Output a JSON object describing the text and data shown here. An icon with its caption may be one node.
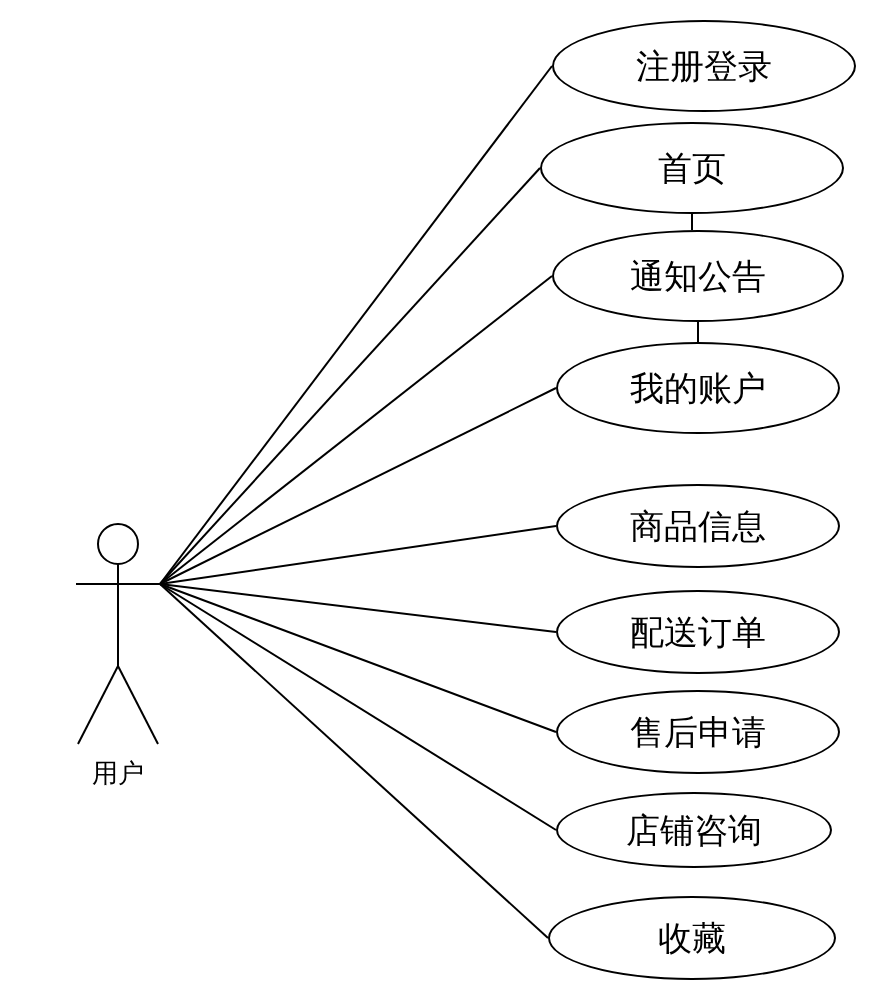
{
  "diagram": {
    "nodes": [
      {
        "text": [
          "用户"
        ]
      },
      {
        "text": [
          "注册登录"
        ]
      },
      {
        "text": [
          "首页"
        ]
      },
      {
        "text": [
          "通知公告"
        ]
      },
      {
        "text": [
          "我的账户"
        ]
      },
      {
        "text": [
          "商品信息"
        ]
      },
      {
        "text": [
          "配送订单"
        ]
      },
      {
        "text": [
          "售后申请"
        ]
      },
      {
        "text": [
          "店铺咨询"
        ]
      },
      {
        "text": [
          "收藏"
        ]
      }
    ],
    "edges": [
      {
        "from": 0,
        "to": 1,
        "arrow": "none"
      },
      {
        "from": 0,
        "to": 2,
        "arrow": "none"
      },
      {
        "from": 0,
        "to": 3,
        "arrow": "none"
      },
      {
        "from": 0,
        "to": 4,
        "arrow": "none"
      },
      {
        "from": 0,
        "to": 5,
        "arrow": "none"
      },
      {
        "from": 0,
        "to": 6,
        "arrow": "none"
      },
      {
        "from": 0,
        "to": 7,
        "arrow": "none"
      },
      {
        "from": 0,
        "to": 8,
        "arrow": "none"
      },
      {
        "from": 0,
        "to": 9,
        "arrow": "none"
      },
      {
        "from": 2,
        "to": 3,
        "arrow": "none"
      },
      {
        "from": 3,
        "to": 4,
        "arrow": "none"
      }
    ]
  }
}
